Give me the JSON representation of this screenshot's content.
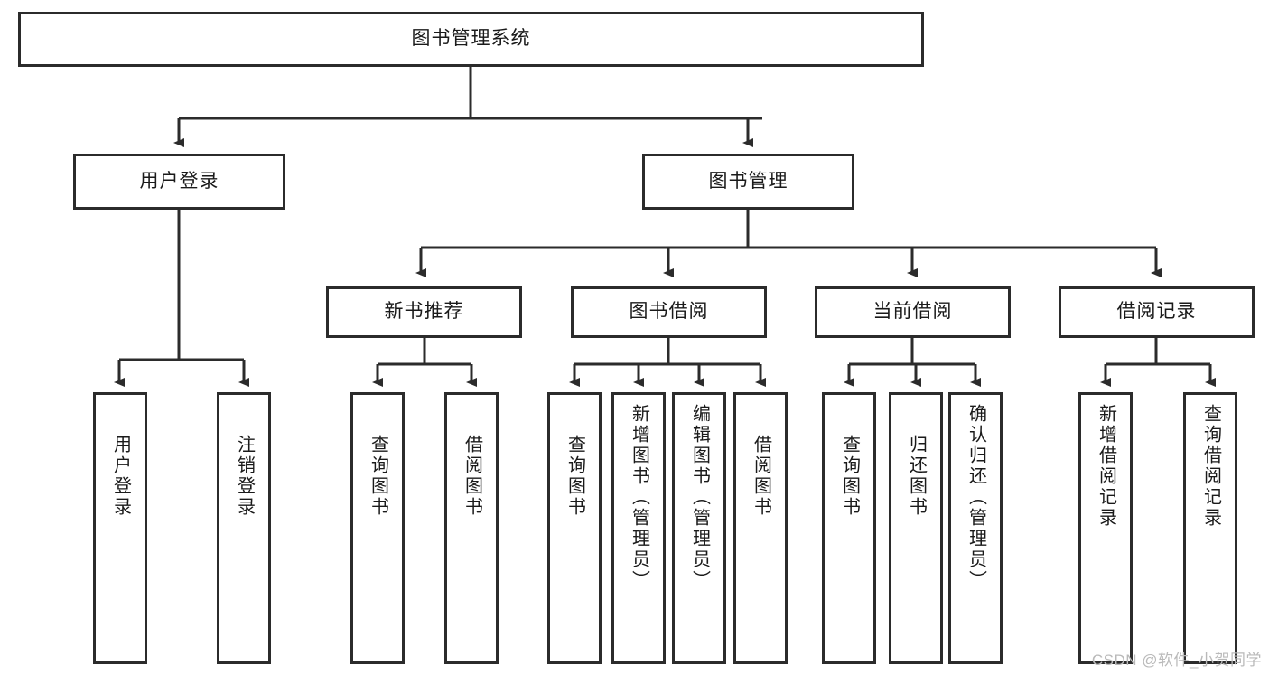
{
  "diagram": {
    "title": "图书管理系统",
    "root": {
      "id": "root",
      "label": "图书管理系统"
    },
    "level2": [
      {
        "id": "user-login",
        "label": "用户登录"
      },
      {
        "id": "book-manage",
        "label": "图书管理"
      }
    ],
    "level3": [
      {
        "id": "new-book-recommend",
        "label": "新书推荐"
      },
      {
        "id": "book-borrow",
        "label": "图书借阅"
      },
      {
        "id": "current-borrow",
        "label": "当前借阅"
      },
      {
        "id": "borrow-record",
        "label": "借阅记录"
      }
    ],
    "leaves": [
      {
        "id": "leaf-user-login",
        "label": "用户登录",
        "parent": "user-login"
      },
      {
        "id": "leaf-user-logout",
        "label": "注销登录",
        "parent": "user-login"
      },
      {
        "id": "leaf-query-book-1",
        "label": "查询图书",
        "parent": "new-book-recommend"
      },
      {
        "id": "leaf-borrow-book-1",
        "label": "借阅图书",
        "parent": "new-book-recommend"
      },
      {
        "id": "leaf-query-book-2",
        "label": "查询图书",
        "parent": "book-borrow"
      },
      {
        "id": "leaf-add-book",
        "label": "新增图书（管理员）",
        "parent": "book-borrow"
      },
      {
        "id": "leaf-edit-book",
        "label": "编辑图书（管理员）",
        "parent": "book-borrow"
      },
      {
        "id": "leaf-borrow-book-2",
        "label": "借阅图书",
        "parent": "book-borrow"
      },
      {
        "id": "leaf-query-book-3",
        "label": "查询图书",
        "parent": "current-borrow"
      },
      {
        "id": "leaf-return-book",
        "label": "归还图书",
        "parent": "current-borrow"
      },
      {
        "id": "leaf-confirm-return",
        "label": "确认归还（管理员）",
        "parent": "current-borrow"
      },
      {
        "id": "leaf-add-record",
        "label": "新增借阅记录",
        "parent": "borrow-record"
      },
      {
        "id": "leaf-query-record",
        "label": "查询借阅记录",
        "parent": "borrow-record"
      }
    ]
  },
  "watermark": {
    "text": "CSDN @软件_小贺同学"
  },
  "colors": {
    "border": "#2b2b2b",
    "background": "#ffffff",
    "text": "#1a1a1a",
    "watermark": "#b9b9b9"
  }
}
